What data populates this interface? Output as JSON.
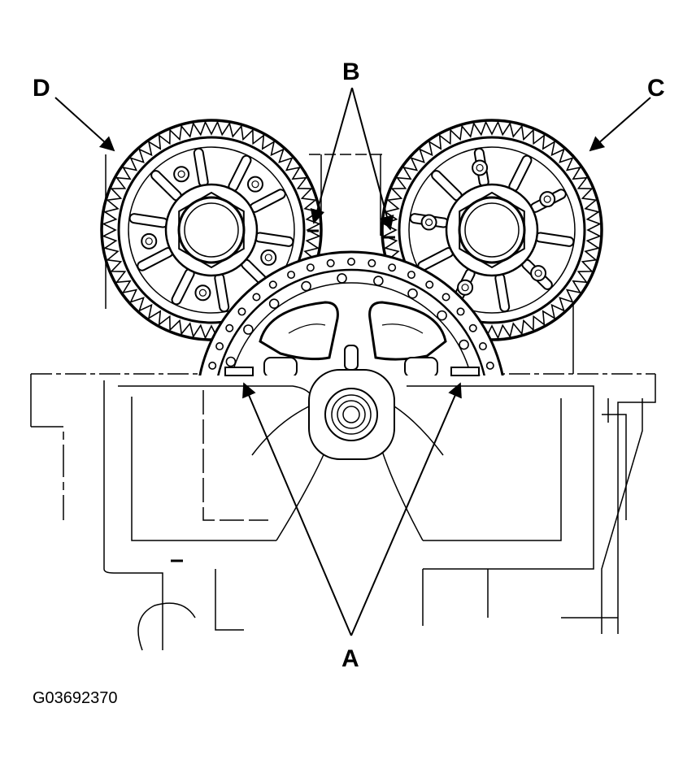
{
  "callouts": {
    "a": "A",
    "b": "B",
    "c": "C",
    "d": "D"
  },
  "figure_id": "G03692370",
  "colors": {
    "ink": "#000000",
    "paper": "#ffffff"
  },
  "parts": {
    "cam_sprocket_teeth": 56,
    "idler_holes": 44
  }
}
